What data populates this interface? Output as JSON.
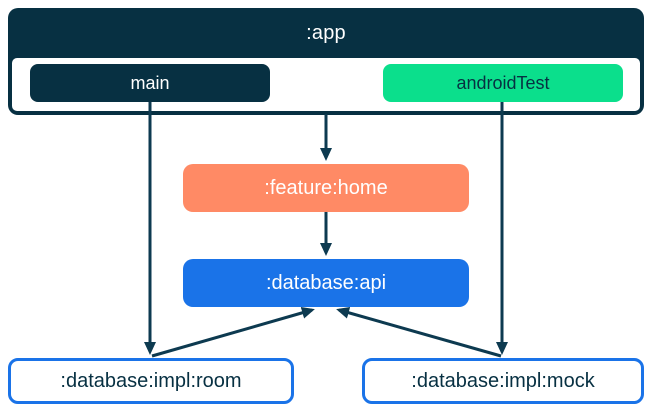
{
  "diagram": {
    "title_node": ":app",
    "description": "Gradle module dependency graph with :app source sets and database/feature modules"
  },
  "app": {
    "label": ":app",
    "source_sets": [
      {
        "id": "main",
        "label": "main"
      },
      {
        "id": "androidTest",
        "label": "androidTest"
      }
    ]
  },
  "modules": [
    {
      "id": "feature-home",
      "label": ":feature:home"
    },
    {
      "id": "database-api",
      "label": ":database:api"
    },
    {
      "id": "database-impl-room",
      "label": ":database:impl:room"
    },
    {
      "id": "database-impl-mock",
      "label": ":database:impl:mock"
    }
  ],
  "edges": [
    {
      "from": ":app",
      "to": ":feature:home"
    },
    {
      "from": "main",
      "to": ":database:impl:room"
    },
    {
      "from": "androidTest",
      "to": ":database:impl:mock"
    },
    {
      "from": ":feature:home",
      "to": ":database:api"
    },
    {
      "from": ":database:impl:room",
      "to": ":database:api"
    },
    {
      "from": ":database:impl:mock",
      "to": ":database:api"
    }
  ],
  "colors": {
    "navy": "#073042",
    "green": "#0BDF8C",
    "coral": "#FF8A65",
    "blue": "#1A73E8",
    "white": "#ffffff",
    "arrow": "#0D3A50",
    "background": "#ffffff"
  }
}
